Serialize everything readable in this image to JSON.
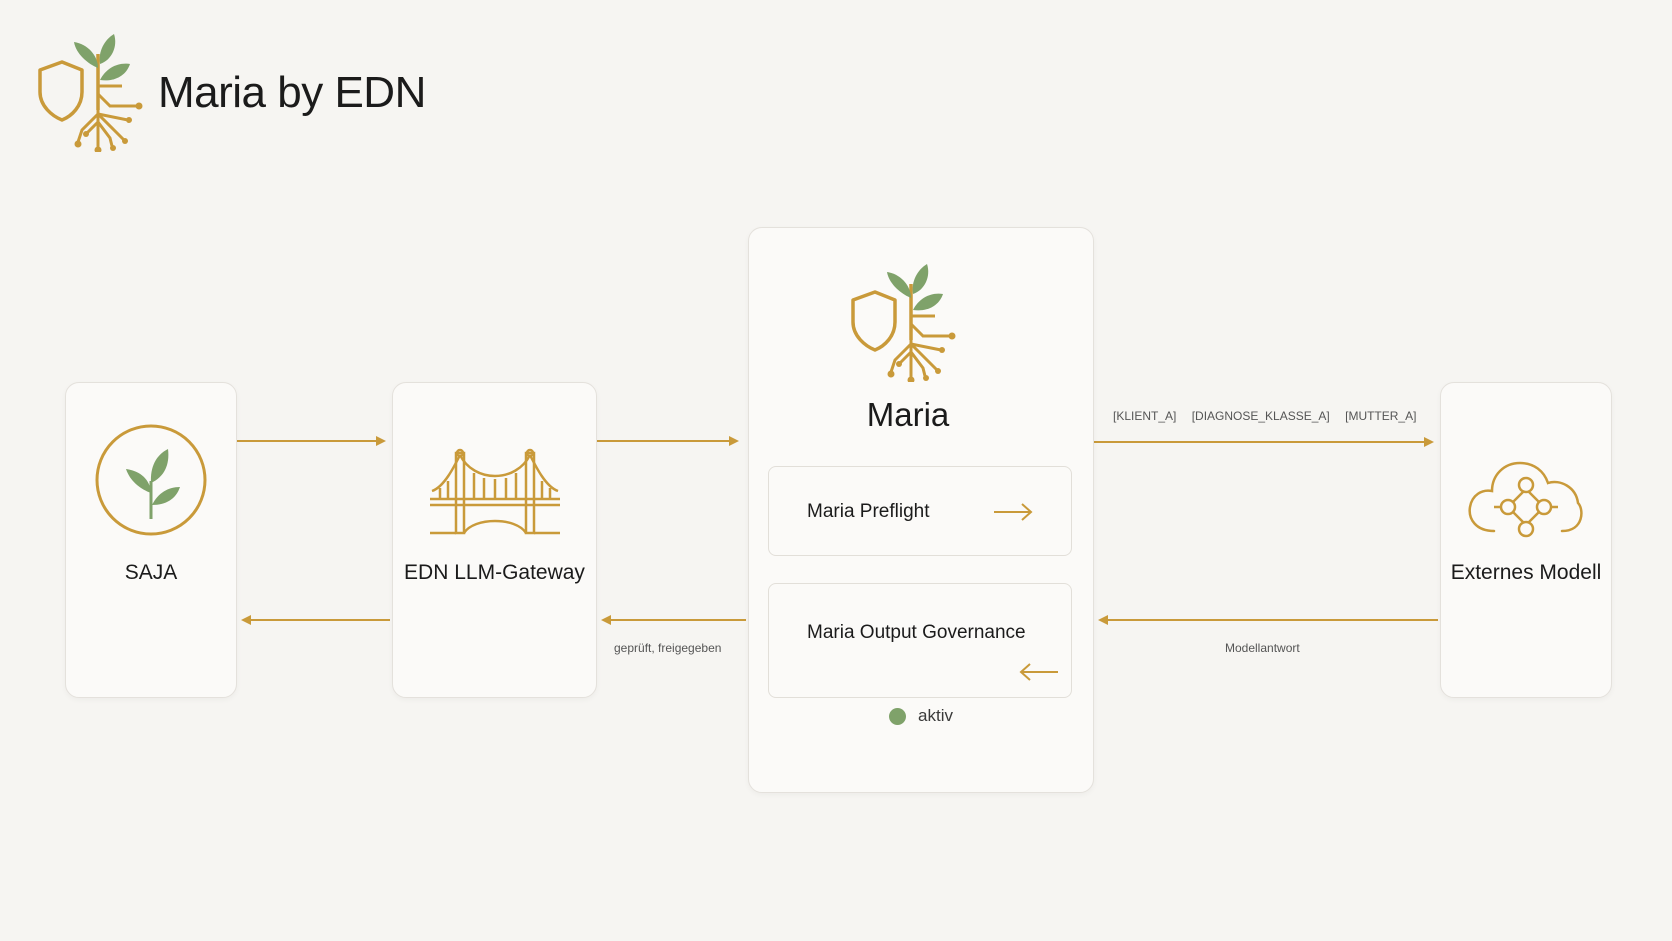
{
  "brand": {
    "title": "Maria by EDN"
  },
  "nodes": {
    "saja": {
      "label": "SAJA"
    },
    "gateway": {
      "label": "EDN LLM-Gateway"
    },
    "maria": {
      "title": "Maria",
      "preflight": "Maria Preflight",
      "output_governance": "Maria Output Governance",
      "status": "aktiv"
    },
    "external": {
      "label": "Externes Modell"
    }
  },
  "annotations": {
    "tokens": [
      "[KLIENT_A]",
      "[DIAGNOSE_KLASSE_A]",
      "[MUTTER_A]"
    ],
    "return_gateway": "geprüft, freigegeben",
    "return_model": "Modellantwort"
  },
  "colors": {
    "accent_gold": "#c99a3a",
    "leaf_green": "#7fa26a",
    "status_green": "#7fa26a"
  }
}
